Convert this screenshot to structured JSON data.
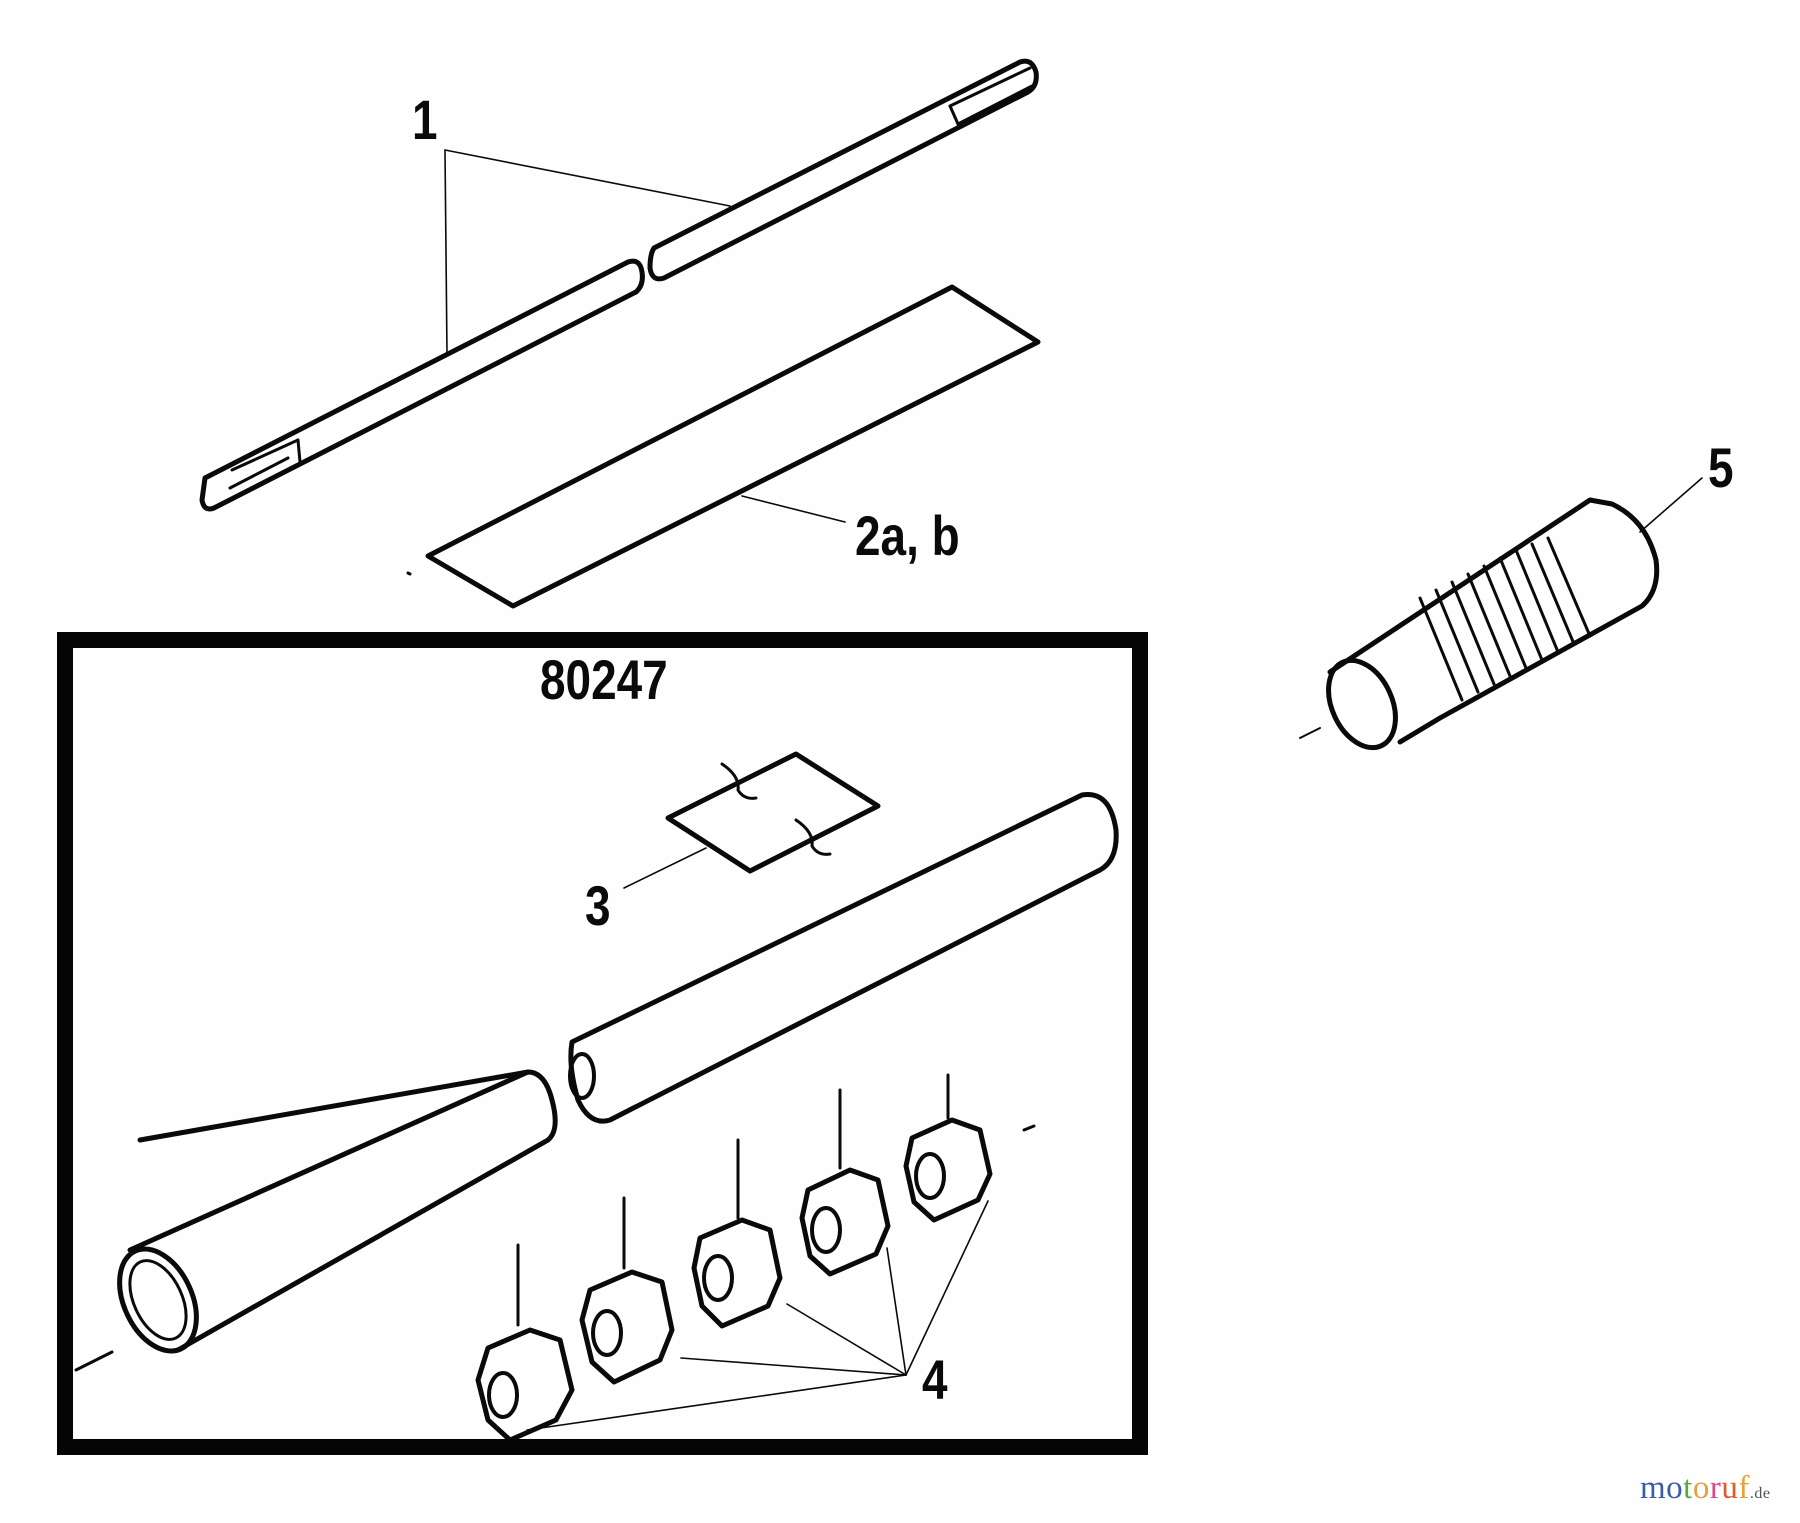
{
  "diagram": {
    "type": "exploded-parts-diagram",
    "kit": {
      "number": "80247",
      "includes_callouts": [
        "3",
        "4"
      ]
    },
    "callouts": [
      {
        "id": "1",
        "label": "1",
        "part": "drive shaft (two sections)"
      },
      {
        "id": "2",
        "label": "2a, b",
        "part": "liner / sleeve"
      },
      {
        "id": "3",
        "label": "3",
        "part": "label / decal"
      },
      {
        "id": "4",
        "label": "4",
        "part": "nuts (5 pcs)"
      },
      {
        "id": "5",
        "label": "5",
        "part": "coupler / housing with threads"
      }
    ]
  },
  "watermark": {
    "letters": [
      {
        "char": "m",
        "color": "#3b5ca8"
      },
      {
        "char": "o",
        "color": "#3b5ca8"
      },
      {
        "char": "t",
        "color": "#5aa83c"
      },
      {
        "char": "o",
        "color": "#e8a13a"
      },
      {
        "char": "r",
        "color": "#d94b8a"
      },
      {
        "char": "u",
        "color": "#e05a2a"
      },
      {
        "char": "f",
        "color": "#e8a13a"
      }
    ],
    "suffix": ".de"
  }
}
